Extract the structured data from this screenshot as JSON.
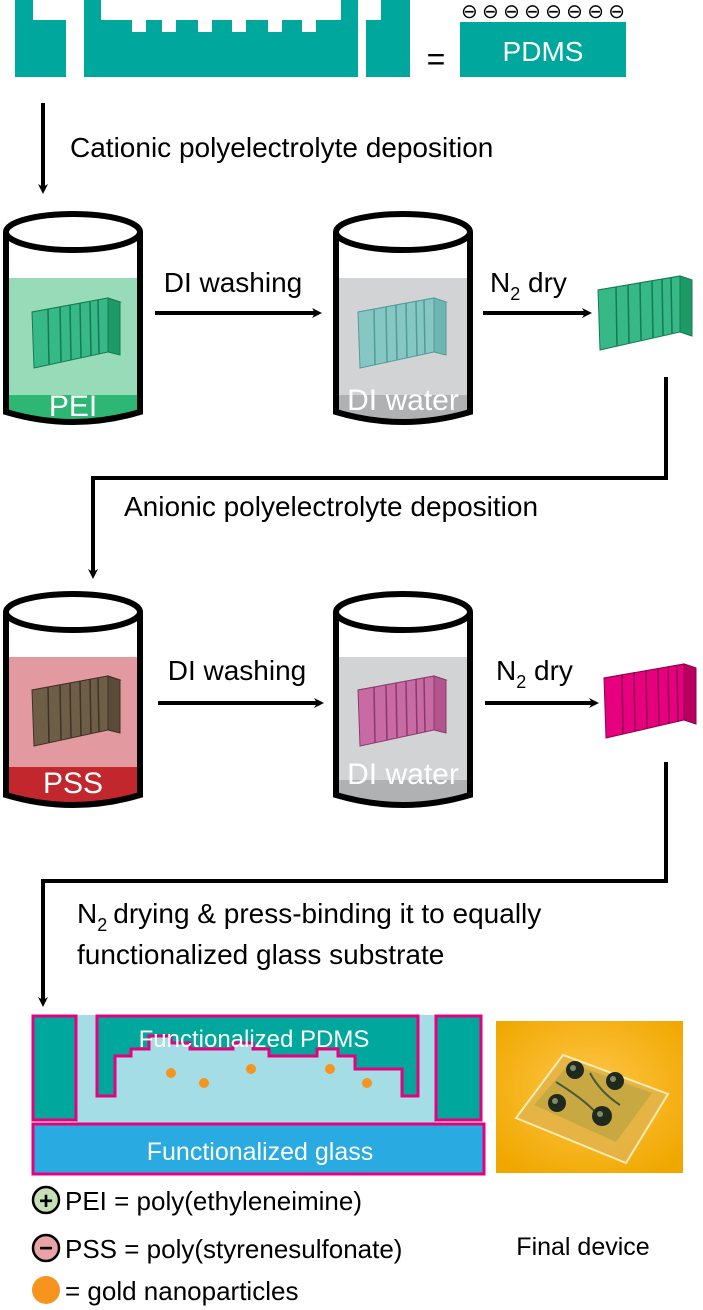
{
  "colors": {
    "teal": "#00a79d",
    "green": "#2db674",
    "greenLight": "#98dbb8",
    "red": "#c1272d",
    "redLight": "#e29aa0",
    "magenta": "#e6007e",
    "grayDark": "#b0b1b3",
    "grayLight": "#d2d3d5",
    "lightBlue": "#a4dde6",
    "glassBlue": "#29abe2",
    "gold": "#f7941d",
    "minusLegend": "#e9a3a6",
    "plusLegend": "#c5e0b4"
  },
  "top": {
    "charges": "⊖⊖⊖⊖⊖⊖⊖⊖",
    "equals": "=",
    "pdms_label": "PDMS"
  },
  "steps": {
    "cationic": "Cationic polyelectrolyte deposition",
    "anionic": "Anionic polyelectrolyte deposition",
    "binding_line1": "drying & press-binding it to equally",
    "binding_line2": "functionalized glass substrate"
  },
  "n2": {
    "base": "N",
    "sub": "2",
    "dry": " dry"
  },
  "row1": {
    "beaker1_label": "PEI",
    "wash_label": "DI washing",
    "beaker2_label": "DI water"
  },
  "row2": {
    "beaker1_label": "PSS",
    "wash_label": "DI washing",
    "beaker2_label": "DI water"
  },
  "device": {
    "pdms_label": "Functionalized PDMS",
    "glass_label": "Functionalized glass",
    "final_label": "Final device"
  },
  "legend": {
    "plus": "+",
    "minus": "−",
    "pei": "PEI = poly(ethyleneimine)",
    "pss": "PSS = poly(styrenesulfonate)",
    "gold": "= gold nanoparticles"
  }
}
